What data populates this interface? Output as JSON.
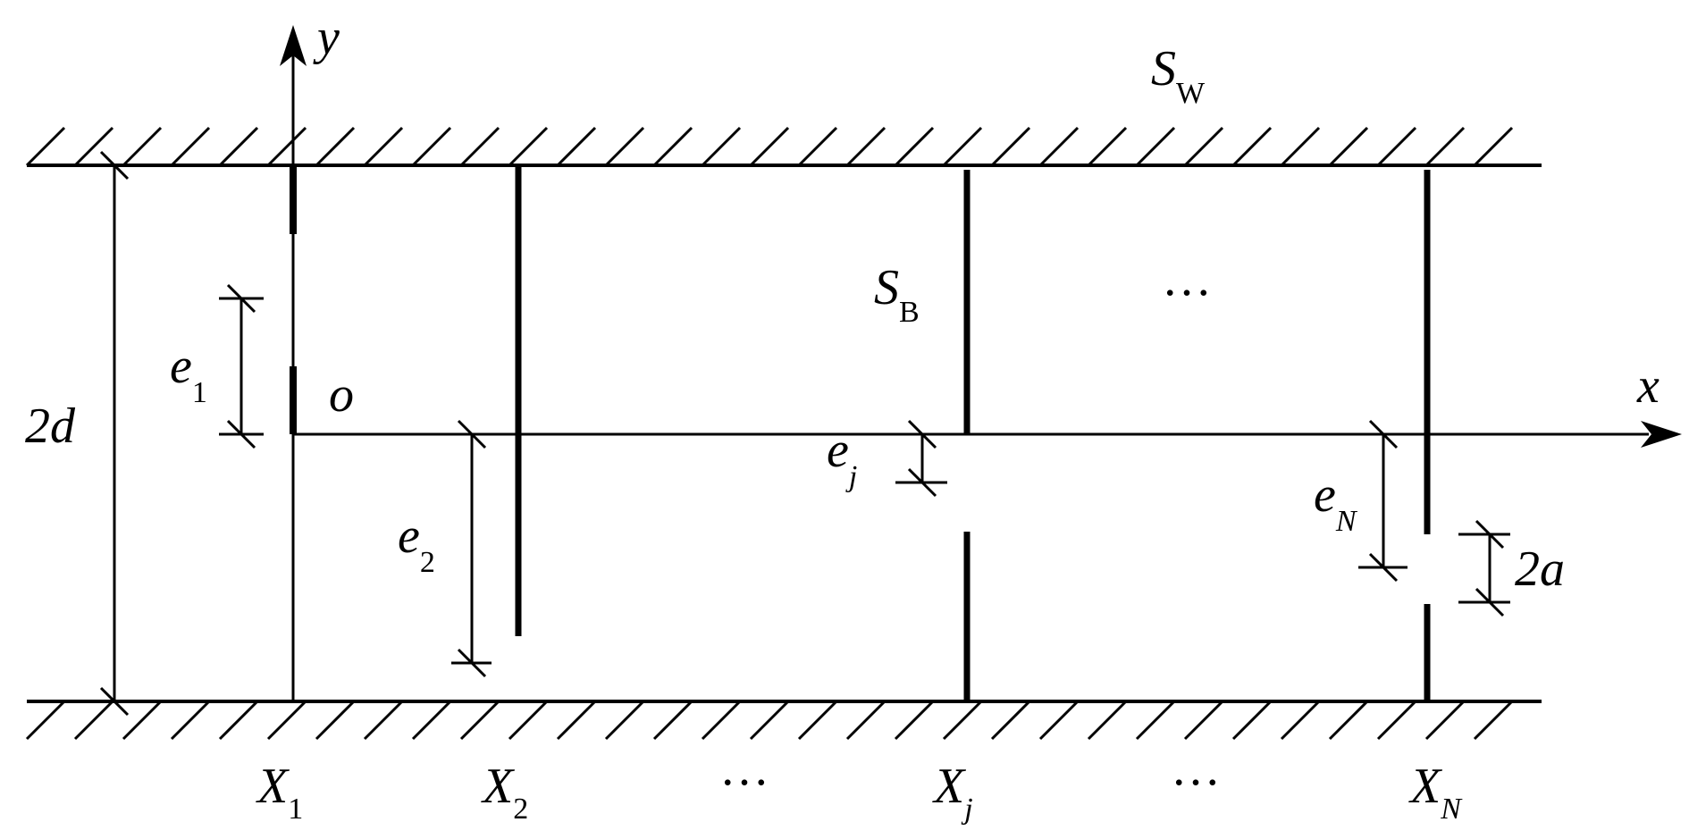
{
  "labels": {
    "y_axis": "y",
    "x_axis": "x",
    "origin": "o",
    "wall_symbol": "S",
    "wall_sub": "W",
    "baffle_symbol": "S",
    "baffle_sub": "B",
    "ellipsis_upper": "…",
    "ellipsis_bottom_left": "…",
    "ellipsis_bottom_right": "…",
    "height": "2d",
    "gap": "2a",
    "e1_main": "e",
    "e1_sub": "1",
    "e2_main": "e",
    "e2_sub": "2",
    "ej_main": "e",
    "ej_sub": "j",
    "eN_main": "e",
    "eN_sub": "N",
    "X1_main": "X",
    "X1_sub": "1",
    "X2_main": "X",
    "X2_sub": "2",
    "Xj_main": "X",
    "Xj_sub": "j",
    "XN_main": "X",
    "XN_sub": "N"
  }
}
